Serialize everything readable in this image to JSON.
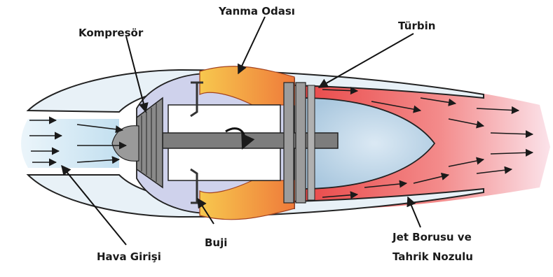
{
  "labels": {
    "yanma_odasi": "Yanma Odası",
    "kompresor": "Kompresör",
    "turbin": "Türbin",
    "hava_girisi": "Hava Girişi",
    "buji": "Buji",
    "jet_borusu_line1": "Jet Borusu ve",
    "jet_borusu_line2": "Tahrik Nozulu"
  },
  "colors": {
    "intake_air": "#cfe6f3",
    "casing": "#e4eef5",
    "inner_duct": "#c9cde8",
    "combustion_flame": "#f0b240",
    "exhaust_hot": "#ef6a6a",
    "exhaust_fade": "#f7c8d2",
    "outline": "#222222"
  }
}
